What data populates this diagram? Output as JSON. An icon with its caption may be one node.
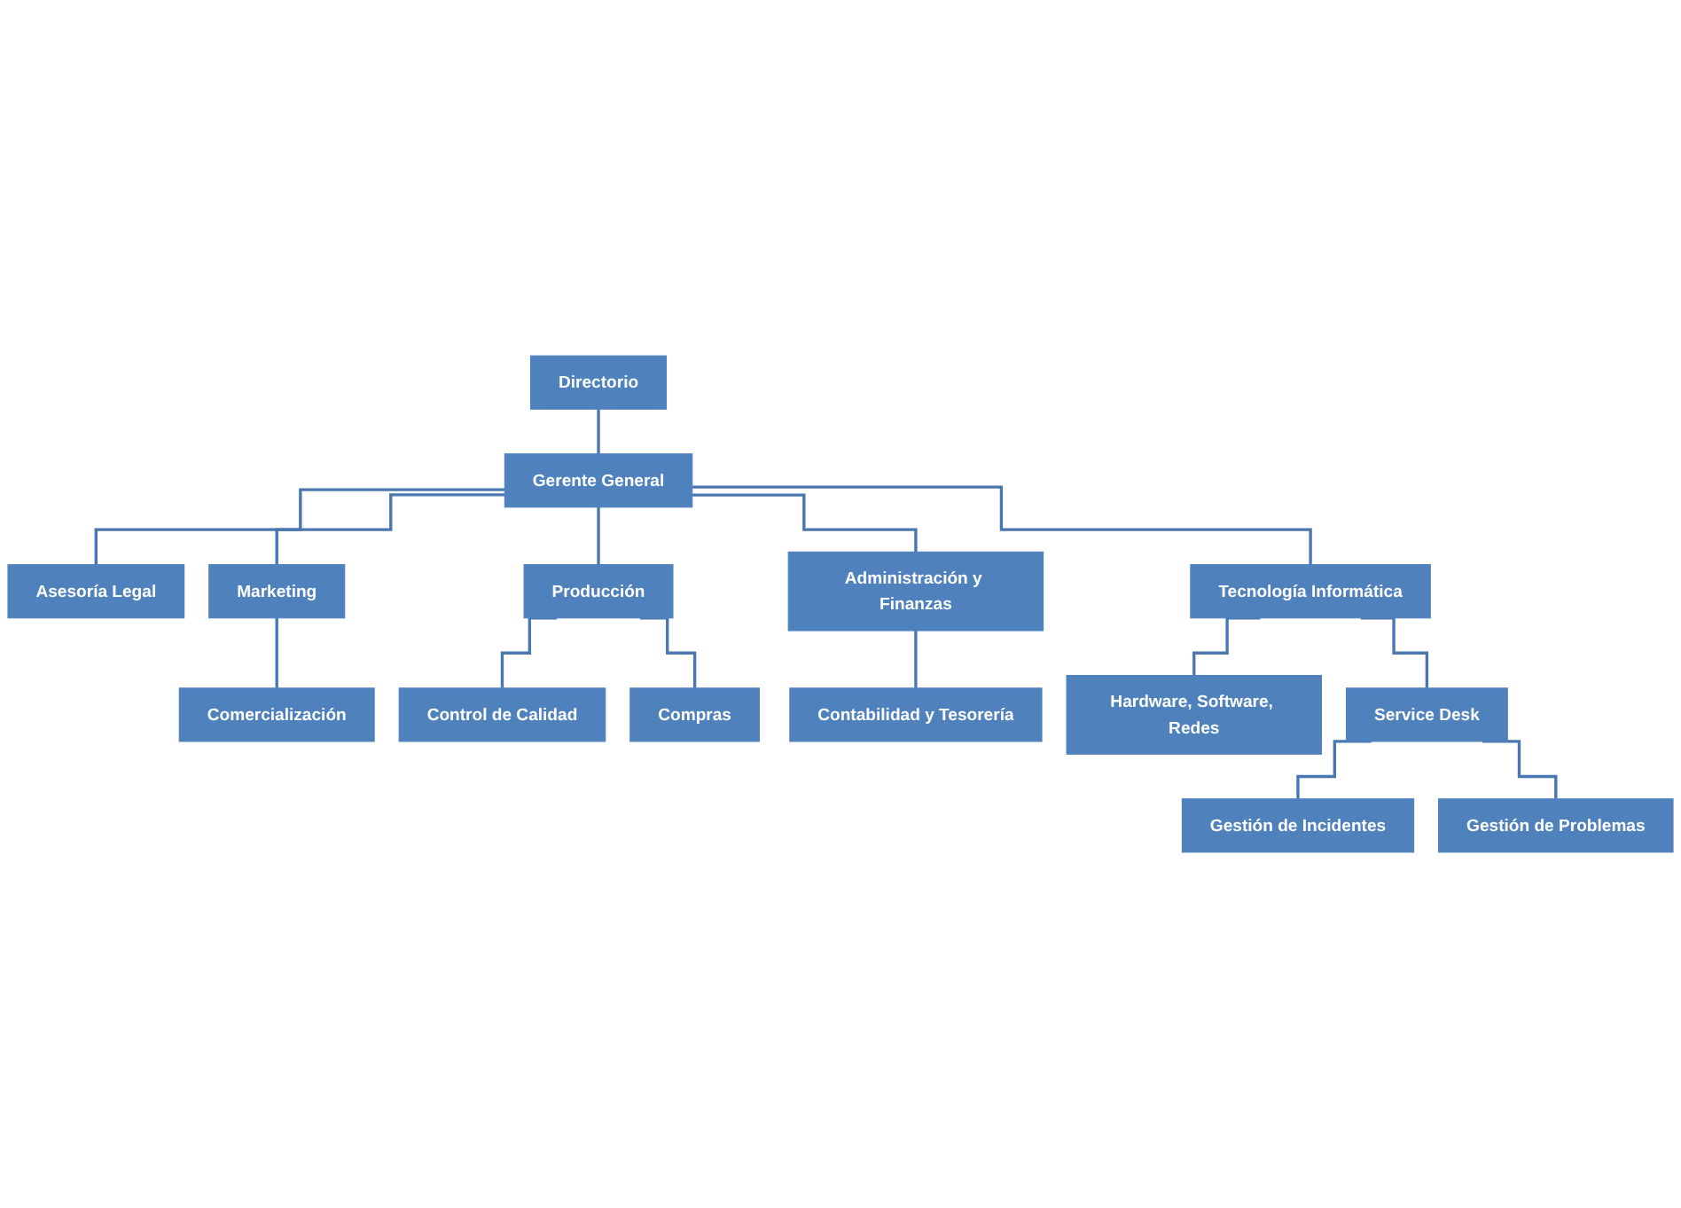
{
  "diagram": {
    "nodes": [
      {
        "text": [
          "Directorio"
        ]
      },
      {
        "text": [
          "Gerente General"
        ]
      },
      {
        "text": [
          "Asesoría Legal"
        ]
      },
      {
        "text": [
          "Marketing"
        ]
      },
      {
        "text": [
          "Producción"
        ]
      },
      {
        "text": [
          "Administración y Finanzas"
        ]
      },
      {
        "text": [
          "Tecnología Informática"
        ]
      },
      {
        "text": [
          "Comercialización"
        ]
      },
      {
        "text": [
          "Control de Calidad"
        ]
      },
      {
        "text": [
          "Compras"
        ]
      },
      {
        "text": [
          "Contabilidad y Tesorería"
        ]
      },
      {
        "text": [
          "Hardware, Software, Redes"
        ]
      },
      {
        "text": [
          "Service Desk"
        ]
      },
      {
        "text": [
          "Gestión de Incidentes"
        ]
      },
      {
        "text": [
          "Gestión de Problemas"
        ]
      }
    ],
    "edges": [
      {
        "from": 0,
        "to": 1,
        "arrow": "none"
      },
      {
        "from": 1,
        "to": 2,
        "arrow": "none"
      },
      {
        "from": 1,
        "to": 3,
        "arrow": "none"
      },
      {
        "from": 1,
        "to": 4,
        "arrow": "none"
      },
      {
        "from": 1,
        "to": 5,
        "arrow": "none"
      },
      {
        "from": 1,
        "to": 6,
        "arrow": "none"
      },
      {
        "from": 3,
        "to": 7,
        "arrow": "none"
      },
      {
        "from": 4,
        "to": 8,
        "arrow": "none"
      },
      {
        "from": 4,
        "to": 9,
        "arrow": "none"
      },
      {
        "from": 5,
        "to": 10,
        "arrow": "none"
      },
      {
        "from": 6,
        "to": 11,
        "arrow": "none"
      },
      {
        "from": 6,
        "to": 12,
        "arrow": "none"
      },
      {
        "from": 12,
        "to": 13,
        "arrow": "none"
      },
      {
        "from": 12,
        "to": 14,
        "arrow": "none"
      }
    ]
  }
}
